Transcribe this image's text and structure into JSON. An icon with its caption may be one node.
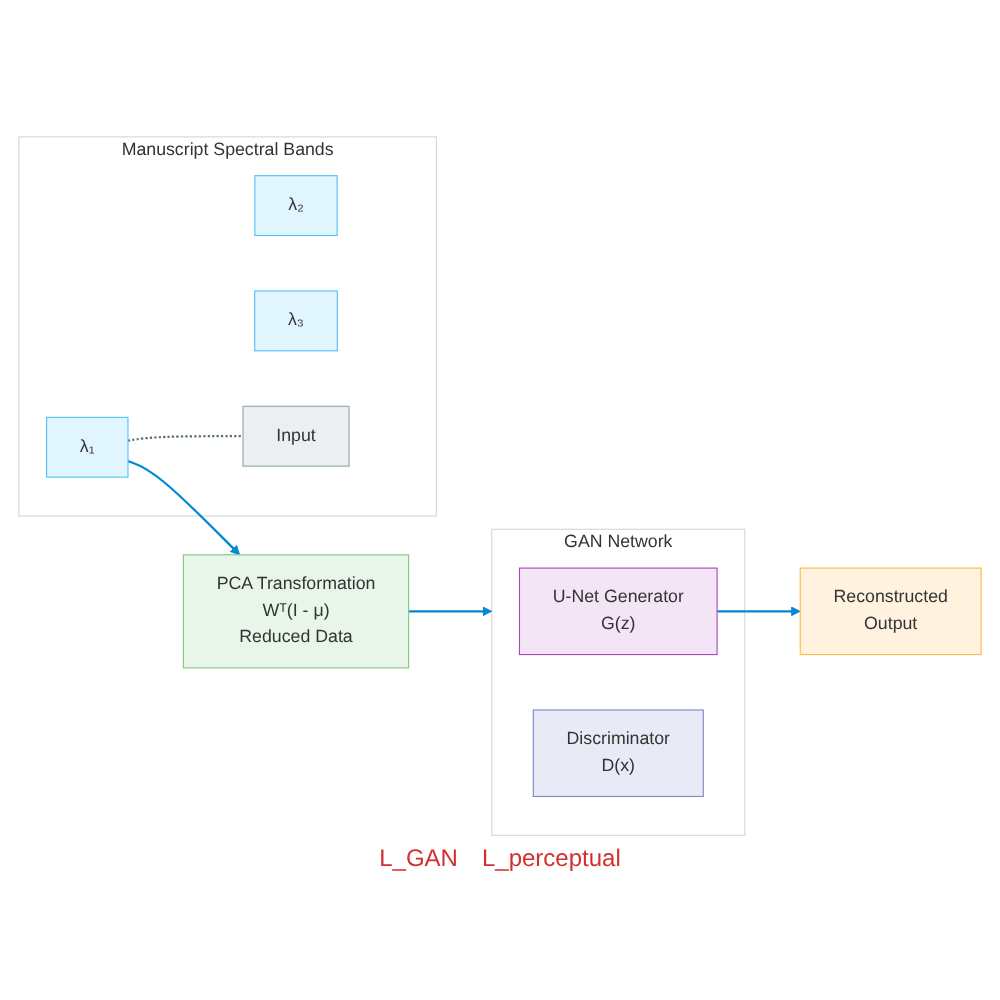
{
  "diagram": {
    "nodes": [
      {
        "text": [
          "Manuscript Spectral Bands"
        ]
      },
      {
        "text": [
          "λ₁"
        ],
        "in": 0
      },
      {
        "text": [
          "λ₂"
        ],
        "in": 0
      },
      {
        "text": [
          "λ₃"
        ],
        "in": 0
      },
      {
        "text": [
          "Input"
        ],
        "in": 0
      },
      {
        "text": [
          "PCA Transformation",
          "Wᵀ(I - μ)",
          "Reduced Data"
        ]
      },
      {
        "text": [
          "GAN Network"
        ]
      },
      {
        "text": [
          "U-Net Generator",
          "G(z)"
        ],
        "in": 6
      },
      {
        "text": [
          "Discriminator",
          "D(x)"
        ],
        "in": 6
      },
      {
        "text": [
          "Reconstructed",
          "Output"
        ]
      }
    ],
    "edges": [
      {
        "from": 1,
        "to": 4,
        "arrow": "none",
        "style": "dashed",
        "color": "#546e7a"
      },
      {
        "from": 1,
        "to": 5,
        "arrow": "to"
      },
      {
        "from": 5,
        "to": 6,
        "arrow": "to"
      },
      {
        "from": 7,
        "to": 9,
        "arrow": "to"
      }
    ],
    "labels": [
      "L_GAN",
      "L_perceptual"
    ]
  }
}
